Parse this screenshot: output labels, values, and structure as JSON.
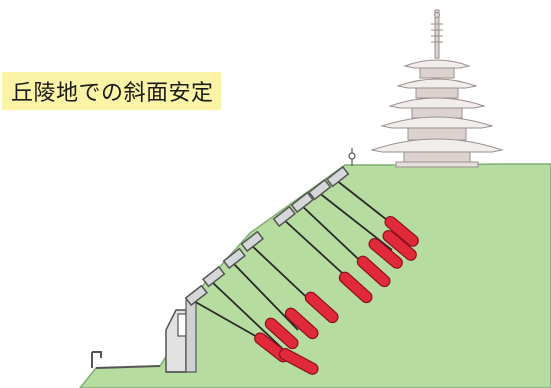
{
  "title": "丘陵地での斜面安定",
  "colors": {
    "ground_fill": "#b6dca0",
    "ground_edge": "#7fae70",
    "anchor_body": "#e02a3a",
    "anchor_edge": "#8c1020",
    "tendon_line": "#2a2a2a",
    "pad_fill": "#d4d8d8",
    "pad_edge": "#555555",
    "pagoda_roof": "#f2eded",
    "pagoda_wall": "#dcd3d1",
    "pagoda_edge": "#9a8f8c",
    "title_background": "#fbf3a5"
  },
  "icons": {
    "pagoda": "pagoda-icon",
    "lamp_post": "lamp-post-icon",
    "retaining_wall": "retaining-wall-icon",
    "guard_rail": "guard-rail-icon"
  },
  "anchors": [
    {
      "name": "anchor-1"
    },
    {
      "name": "anchor-2"
    },
    {
      "name": "anchor-3"
    },
    {
      "name": "anchor-4"
    },
    {
      "name": "anchor-5"
    },
    {
      "name": "anchor-6"
    },
    {
      "name": "anchor-7"
    },
    {
      "name": "anchor-8"
    },
    {
      "name": "anchor-9"
    },
    {
      "name": "anchor-10"
    }
  ]
}
